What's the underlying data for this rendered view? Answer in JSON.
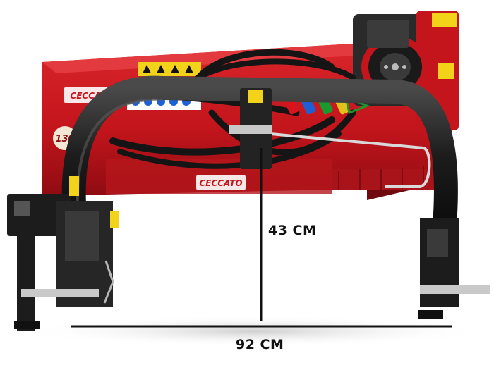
{
  "product": {
    "brand_decal": "CECCATO",
    "model_decal": "130"
  },
  "dimensions": {
    "height_label": "43 CM",
    "width_label": "92 CM"
  },
  "colors": {
    "mower_body": "#c4151c",
    "mower_dark": "#8e0c12",
    "frame": "#1c1c1c",
    "hose_red": "#d8141c",
    "hose_blue": "#1f5fd6",
    "hose_green": "#1a9a2e",
    "hose_yellow": "#e0c21a",
    "decal_yellow": "#f3d21a",
    "measure_line": "#111111"
  },
  "icons": {
    "gearbox": "gearbox-icon",
    "couplers": "hydraulic-coupler-icon",
    "warning": "warning-sticker-icon"
  }
}
